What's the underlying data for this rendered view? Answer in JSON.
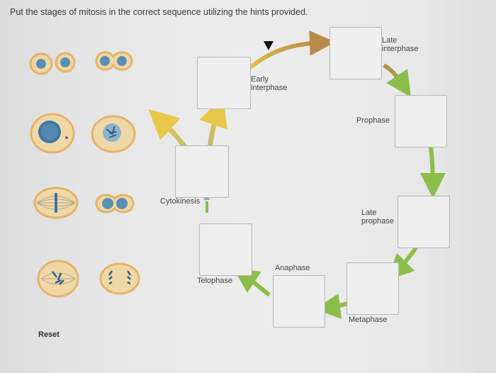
{
  "instruction": "Put the stages of mitosis in the correct sequence utilizing the hints provided.",
  "labels": {
    "late_interphase": [
      "Late",
      "interphase"
    ],
    "early_interphase": [
      "Early",
      "interphase"
    ],
    "prophase": "Prophase",
    "late_prophase": [
      "Late",
      "prophase"
    ],
    "metaphase": "Metaphase",
    "anaphase": "Anaphase",
    "telophase": "Telophase",
    "cytokinesis": "Cytokinesis"
  },
  "reset_label": "Reset",
  "colors": {
    "arrow_green": "#8cbd4a",
    "arrow_orange": "#c9893a",
    "arrow_yellow": "#e8c84a",
    "arrow_blue": "#7ea6bd",
    "cell_membrane": "#e4b46a",
    "nucleus": "#5a8fb4"
  }
}
